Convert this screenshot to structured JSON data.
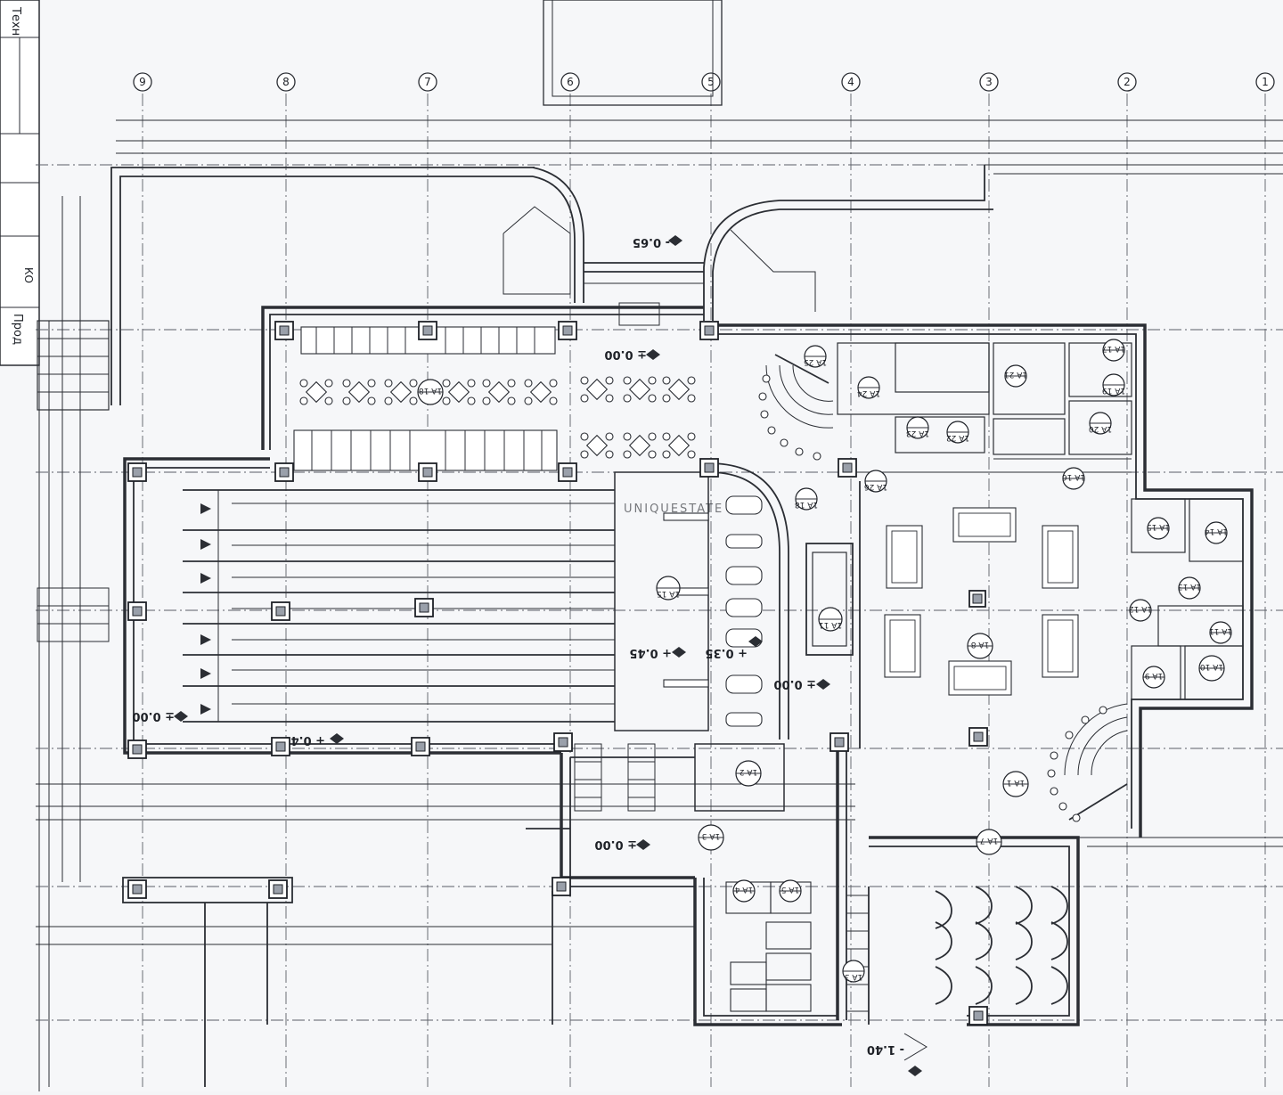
{
  "title_block": {
    "lines": [
      "Техн",
      "Прод",
      "КО"
    ]
  },
  "axes": [
    "9",
    "8",
    "7",
    "6",
    "5",
    "4",
    "3",
    "2",
    "1"
  ],
  "elevations": {
    "terrace": "- 0.65",
    "upper_hall": "± 0.00",
    "bowling": "± 0.00",
    "bowling_approach": "+ 0.45",
    "lane_platform": "+ 0.45",
    "bar_step": "+ 0.35",
    "main_hall": "± 0.00",
    "entrance": "± 0.00",
    "basement": "- 1.40"
  },
  "room_tags": [
    {
      "id": "t1",
      "label": "1A 18"
    },
    {
      "id": "t2",
      "label": "1A 1"
    },
    {
      "id": "t3",
      "label": "1A 2"
    },
    {
      "id": "t4",
      "label": "1A 3"
    },
    {
      "id": "t5",
      "label": "1A 4"
    },
    {
      "id": "t6",
      "label": "1A 5"
    },
    {
      "id": "t7",
      "label": "1A 7"
    },
    {
      "id": "t8",
      "label": "1A 8"
    },
    {
      "id": "t9",
      "label": "1A 9"
    },
    {
      "id": "t10",
      "label": "1A 10"
    },
    {
      "id": "t11",
      "label": "1A 11"
    },
    {
      "id": "t12",
      "label": "1A 12"
    },
    {
      "id": "t13",
      "label": "1A 13"
    },
    {
      "id": "t14",
      "label": "1A 14"
    },
    {
      "id": "t15",
      "label": "1A 15"
    },
    {
      "id": "t16",
      "label": "1A 16"
    },
    {
      "id": "t17",
      "label": "1A 17"
    },
    {
      "id": "t19",
      "label": "1A 19"
    },
    {
      "id": "t20",
      "label": "1A 20"
    },
    {
      "id": "t21",
      "label": "1A 21"
    },
    {
      "id": "t22",
      "label": "1A 22"
    },
    {
      "id": "t23",
      "label": "1A 23"
    },
    {
      "id": "t24",
      "label": "1A 24"
    },
    {
      "id": "t25",
      "label": "1A 25"
    },
    {
      "id": "t26",
      "label": "1A 26"
    }
  ],
  "watermark": "UNIQUESTATE"
}
